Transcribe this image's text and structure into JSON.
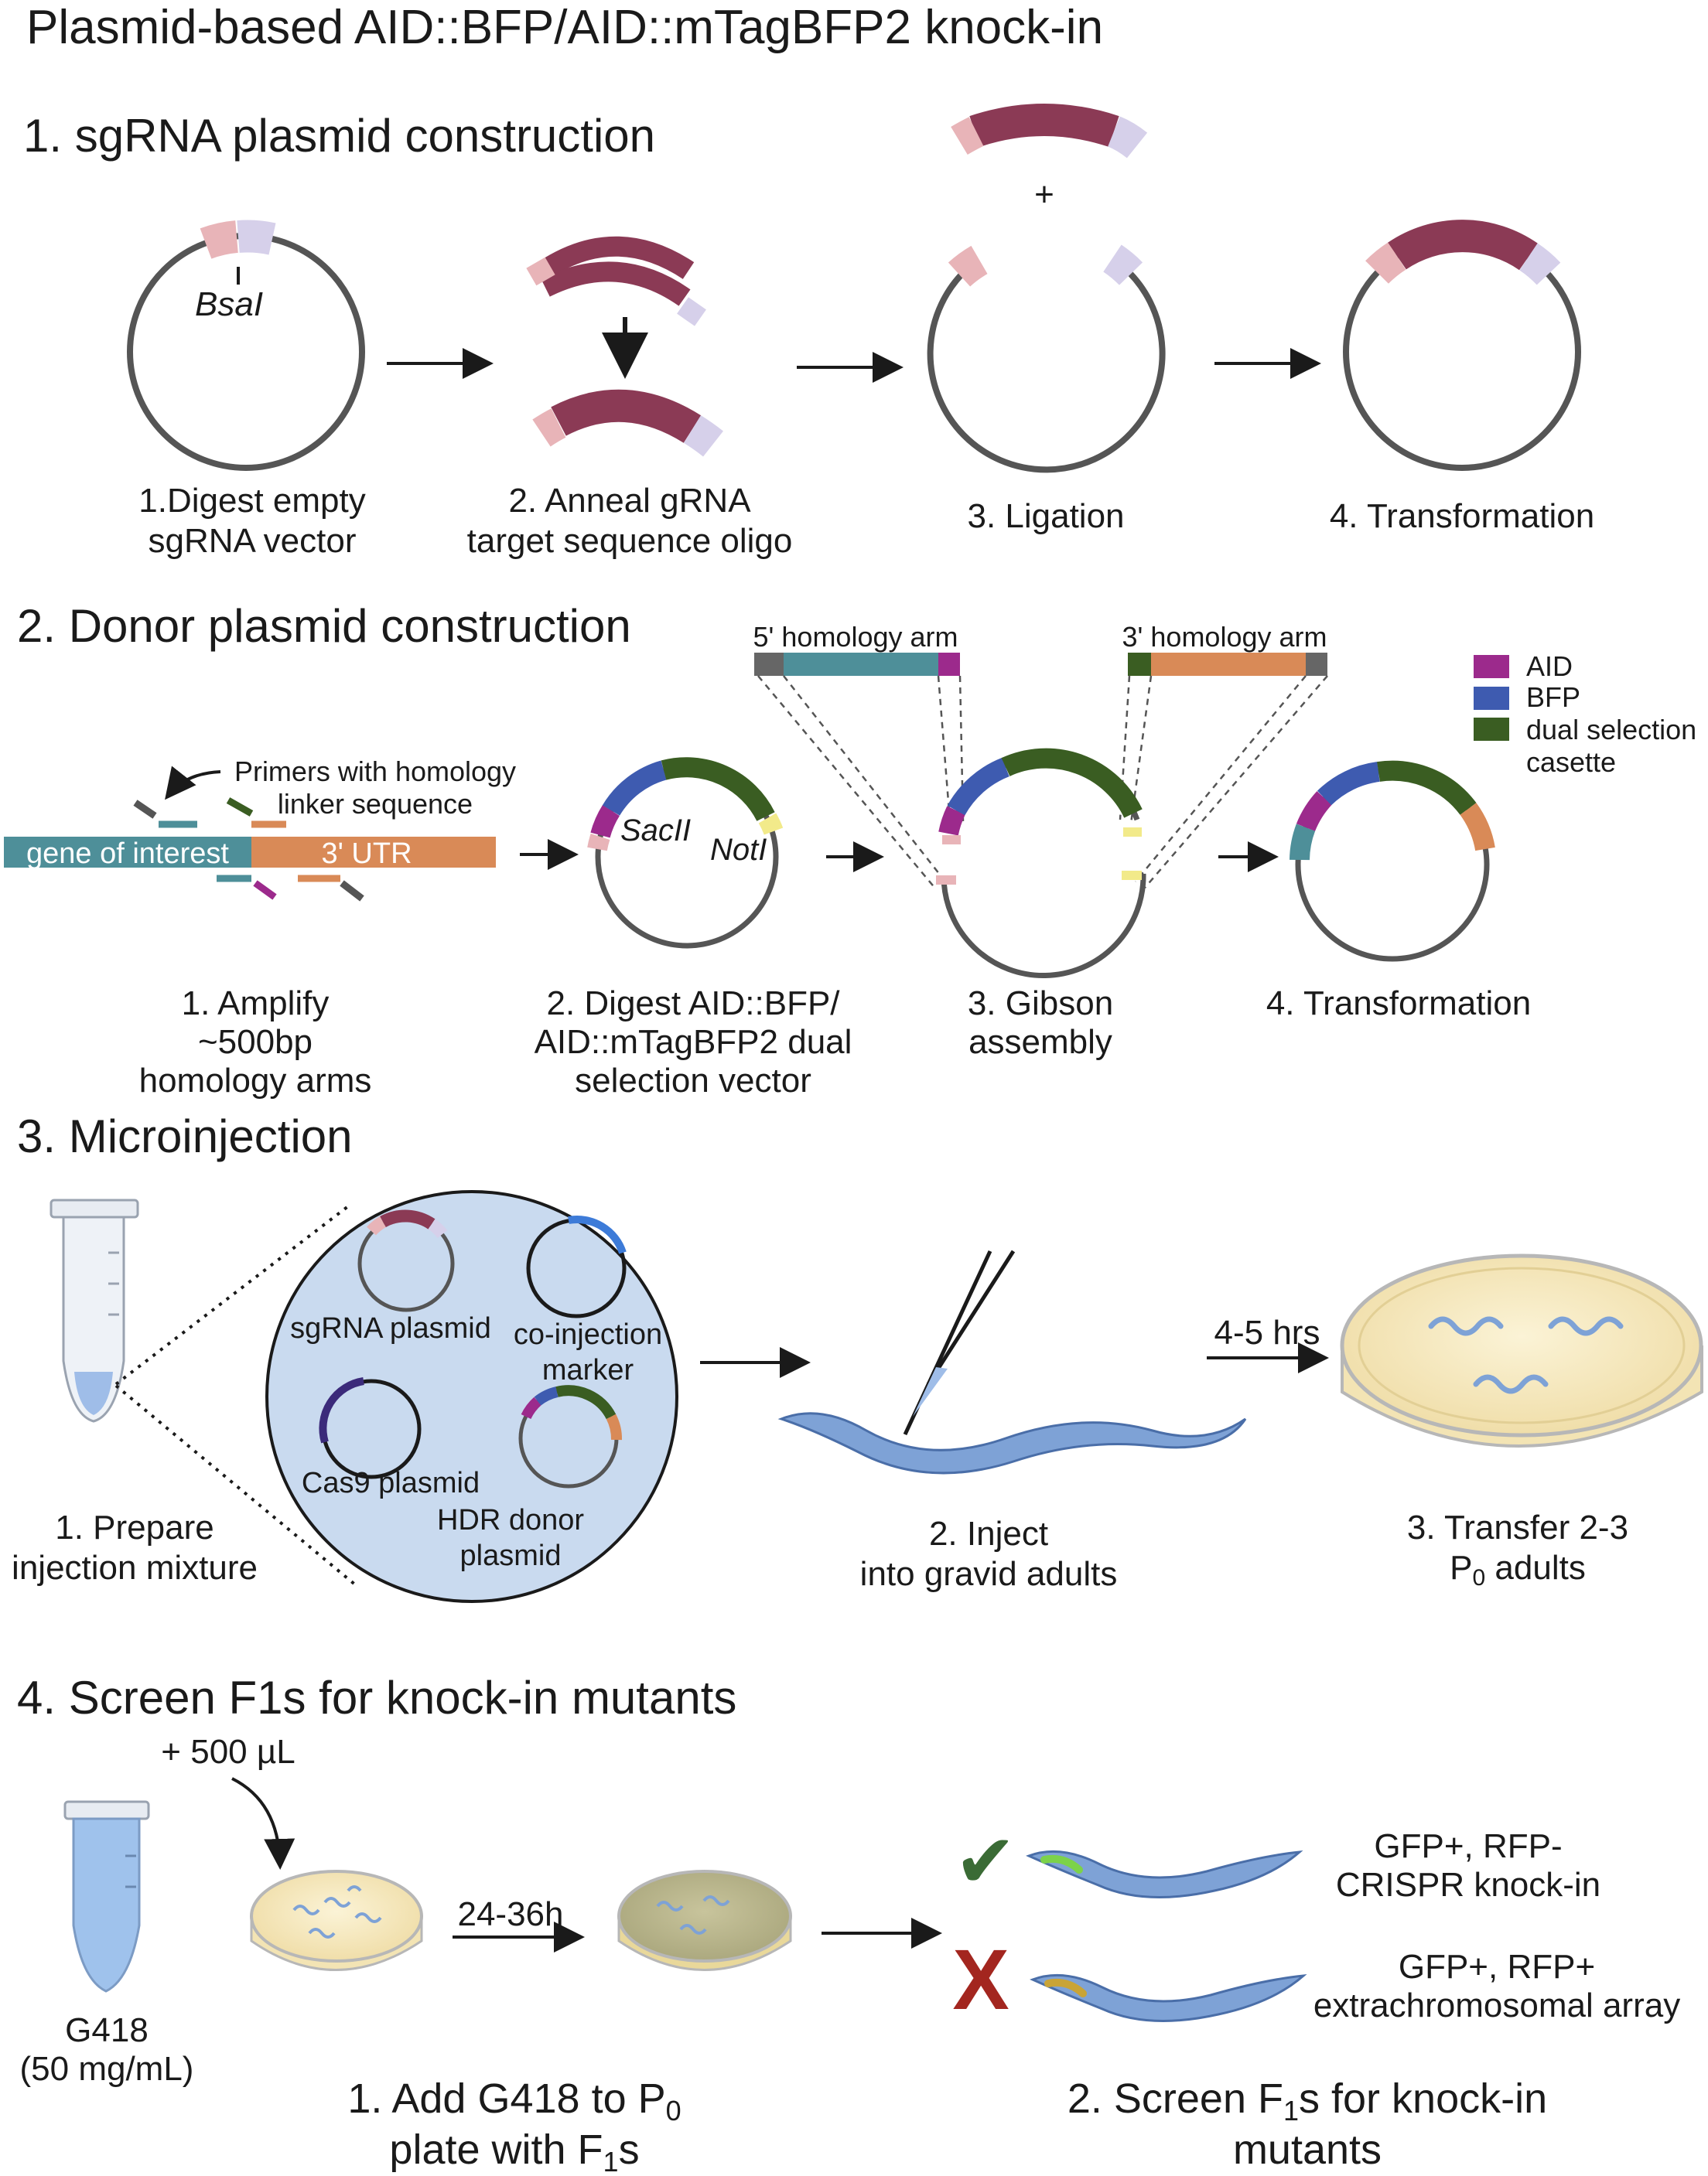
{
  "title": "Plasmid-based AID::BFP/AID::mTagBFP2 knock-in",
  "colors": {
    "aid": "#9c2a8c",
    "bfp": "#3e5bb0",
    "dual_selection": "#3a5d22",
    "sgrna_body": "#8b3a55",
    "overhang_left": "#e8b4b8",
    "overhang_right": "#d6d0ea",
    "teal": "#4e8f99",
    "orange": "#d98a57",
    "yellow": "#f2ea8a",
    "worm": "#7ea2d6",
    "circle_bg": "#c9daef"
  },
  "sections": {
    "s1": {
      "heading": "1. sgRNA plasmid construction",
      "bsai": "BsaI",
      "plus": "+",
      "step1_a": "1.Digest empty",
      "step1_b": "sgRNA vector",
      "step2_a": "2. Anneal gRNA",
      "step2_b": "target sequence oligo",
      "step3": "3. Ligation",
      "step4": "4. Transformation"
    },
    "s2": {
      "heading": "2. Donor plasmid construction",
      "primers_a": "Primers with homology",
      "primers_b": "linker sequence",
      "gene": "gene of interest",
      "utr": "3' UTR",
      "sacii": "SacII",
      "noti": "NotI",
      "arm5": "5' homology arm",
      "arm3": "3' homology arm",
      "legend": [
        {
          "label": "AID",
          "color": "#9c2a8c"
        },
        {
          "label": "BFP",
          "color": "#3e5bb0"
        },
        {
          "label": "dual selection",
          "color": "#3a5d22"
        }
      ],
      "legend_extra": "casette",
      "step1_a": "1. Amplify",
      "step1_b": "~500bp",
      "step1_c": "homology arms",
      "step2_a": "2. Digest AID::BFP/",
      "step2_b": "AID::mTagBFP2 dual",
      "step2_c": "selection vector",
      "step3_a": "3. Gibson",
      "step3_b": "assembly",
      "step4": "4. Transformation"
    },
    "s3": {
      "heading": "3. Microinjection",
      "sgrna": "sgRNA plasmid",
      "coinj_a": "co-injection",
      "coinj_b": "marker",
      "cas9": "Cas9 plasmid",
      "hdr_a": "HDR donor",
      "hdr_b": "plasmid",
      "time": "4-5 hrs",
      "step1_a": "1. Prepare",
      "step1_b": "injection mixture",
      "step2_a": "2. Inject",
      "step2_b": "into gravid adults",
      "step3_a": "3. Transfer 2-3",
      "step3_b_main": "P",
      "step3_b_sub": "0",
      "step3_b_tail": " adults"
    },
    "s4": {
      "heading": "4. Screen F1s for knock-in mutants",
      "add": "+ 500 µL",
      "drug": "G418",
      "conc": "(50 mg/mL)",
      "time": "24-36h",
      "check": "✔",
      "cross": "X",
      "good_a": "GFP+, RFP-",
      "good_b": "CRISPR knock-in",
      "bad_a": "GFP+, RFP+",
      "bad_b": "extrachromosomal array",
      "step1_a_main": "1. Add G418 to P",
      "step1_a_sub": "0",
      "step1_b_main": "plate with F",
      "step1_b_sub": "1",
      "step1_b_tail": "s",
      "step2_a_main": "2. Screen F",
      "step2_a_sub": "1",
      "step2_a_tail": "s for knock-in",
      "step2_b": "mutants"
    }
  }
}
